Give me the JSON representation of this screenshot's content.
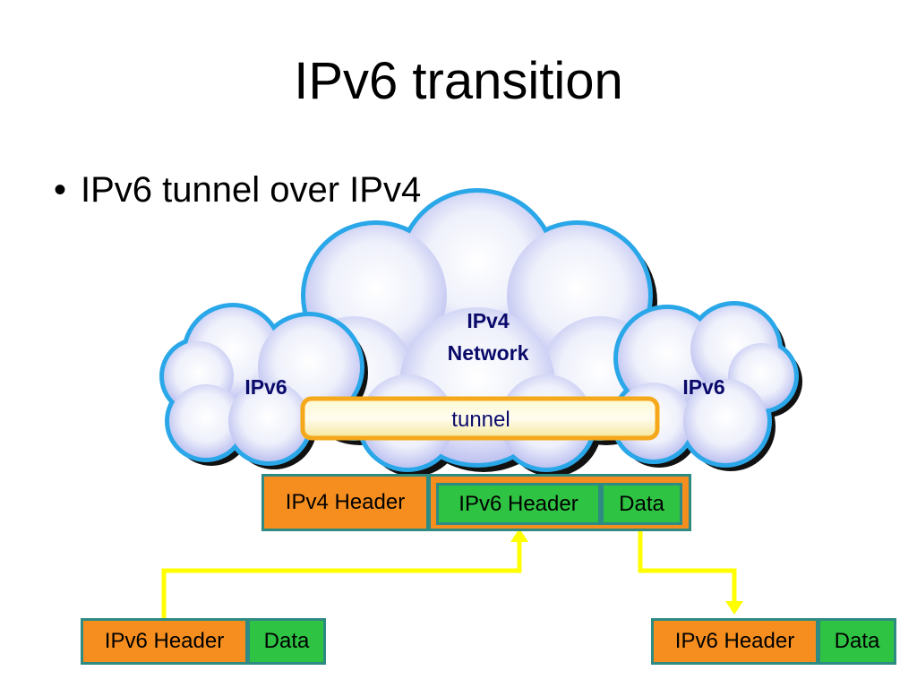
{
  "title": "IPv6 transition",
  "bullet": {
    "marker": "•",
    "text": "IPv6 tunnel over IPv4"
  },
  "clouds": {
    "center_line1": "IPv4",
    "center_line2": "Network",
    "left": "IPv6",
    "right": "IPv6"
  },
  "tunnel": "tunnel",
  "packet_top": {
    "ipv4_header": "IPv4 Header",
    "ipv6_header": "IPv6 Header",
    "data": "Data"
  },
  "packet_left": {
    "ipv6_header": "IPv6 Header",
    "data": "Data"
  },
  "packet_right": {
    "ipv6_header": "IPv6 Header",
    "data": "Data"
  },
  "colors": {
    "header_orange": "#f58e1f",
    "data_green": "#2fc343",
    "arrow_yellow": "#ffff00",
    "border_teal": "#2e8b83"
  }
}
